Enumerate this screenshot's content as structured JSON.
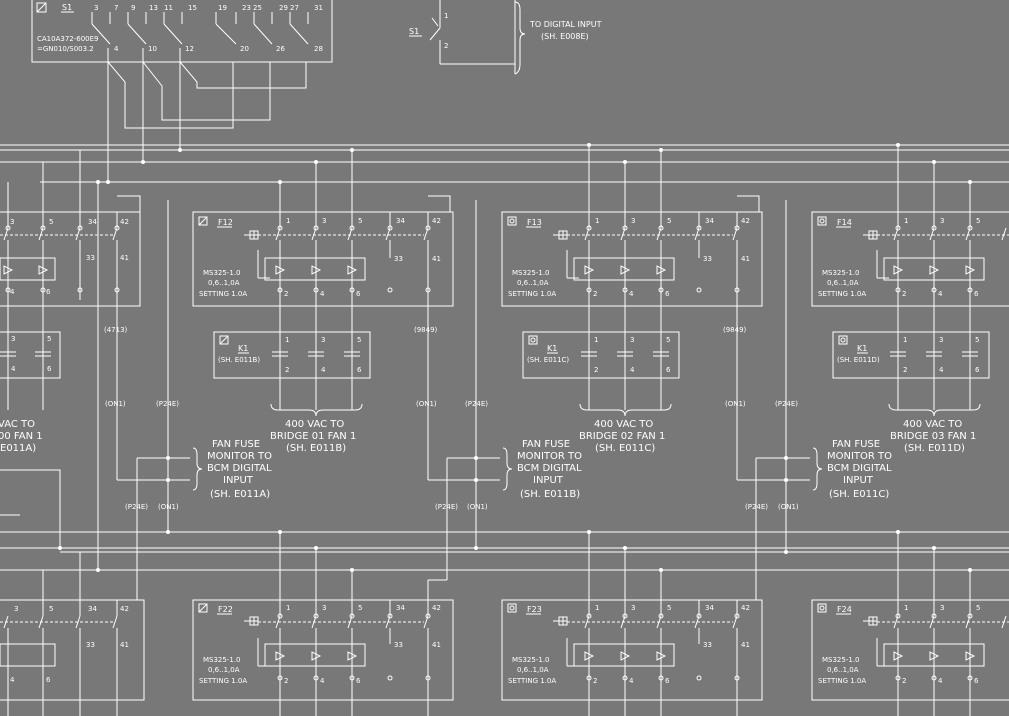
{
  "colors": {
    "background": "#787878",
    "lines": "#ffffff"
  },
  "s1_block": {
    "tag": "S1",
    "terminals_top": [
      "3",
      "7",
      "9",
      "13",
      "11",
      "15",
      "19",
      "23",
      "25",
      "29",
      "27",
      "31"
    ],
    "terminals_bottom": [
      "4",
      "10",
      "12",
      "20",
      "26",
      "28"
    ],
    "part_no": "CA10A372-600E9",
    "ref": "=GN010/S003.2"
  },
  "s1_switch": {
    "tag": "S1",
    "pin_top": "1",
    "pin_bottom": "2",
    "note_line1": "TO DIGITAL INPUT",
    "note_line2": "(SH. E008E)"
  },
  "terminal_labels": {
    "t1": "1",
    "t2": "2",
    "t3": "3",
    "t4": "4",
    "t5": "5",
    "t6": "6",
    "t33": "33",
    "t34": "34",
    "t41": "41",
    "t42": "42"
  },
  "breaker_text": {
    "model": "MS325-1.0",
    "range": "0,6..1,0A",
    "setting": "SETTING 1.0A"
  },
  "wire_labels": {
    "w4713": "(4713)",
    "w9849": "(9849)",
    "oni1": "(ON1)",
    "p24e": "(P24E)"
  },
  "upper_row": [
    {
      "breaker_tag": "",
      "contactor_tag": "",
      "contactor_sheet": "",
      "feed_line1": "VAC TO",
      "feed_line2": "00 FAN 1",
      "feed_line3": "E011A)",
      "wire_label": "(4713)",
      "fuse_line1": "FAN FUSE",
      "fuse_line2": "MONITOR TO",
      "fuse_line3": "BCM DIGITAL",
      "fuse_line4": "INPUT",
      "fuse_sheet": "(SH. E011A)"
    },
    {
      "breaker_tag": "F12",
      "contactor_tag": "K1",
      "contactor_sheet": "(SH. E011B)",
      "feed_line1": "400 VAC TO",
      "feed_line2": "BRIDGE 01 FAN 1",
      "feed_line3": "(SH. E011B)",
      "wire_label": "(9849)",
      "fuse_line1": "FAN FUSE",
      "fuse_line2": "MONITOR TO",
      "fuse_line3": "BCM DIGITAL",
      "fuse_line4": "INPUT",
      "fuse_sheet": "(SH. E011B)"
    },
    {
      "breaker_tag": "F13",
      "contactor_tag": "K1",
      "contactor_sheet": "(SH. E011C)",
      "feed_line1": "400 VAC TO",
      "feed_line2": "BRIDGE 02 FAN 1",
      "feed_line3": "(SH. E011C)",
      "wire_label": "(9849)",
      "fuse_line1": "FAN FUSE",
      "fuse_line2": "MONITOR TO",
      "fuse_line3": "BCM DIGITAL",
      "fuse_line4": "INPUT",
      "fuse_sheet": "(SH. E011C)"
    },
    {
      "breaker_tag": "F14",
      "contactor_tag": "K1",
      "contactor_sheet": "(SH. E011D)",
      "feed_line1": "400 VAC TO",
      "feed_line2": "BRIDGE 03 FAN 1",
      "feed_line3": "(SH. E011D)",
      "wire_label": "",
      "fuse_line1": "",
      "fuse_line2": "",
      "fuse_line3": "",
      "fuse_line4": "",
      "fuse_sheet": ""
    }
  ],
  "lower_row": [
    {
      "breaker_tag": ""
    },
    {
      "breaker_tag": "F22"
    },
    {
      "breaker_tag": "F23"
    },
    {
      "breaker_tag": "F24"
    }
  ]
}
